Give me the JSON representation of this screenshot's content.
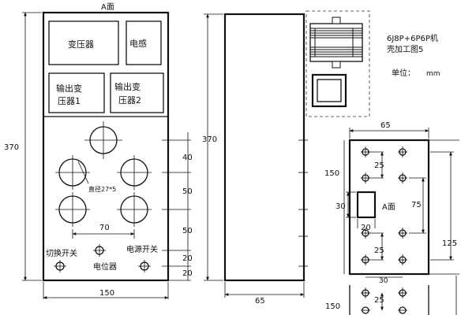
{
  "left_panel": {
    "face_label": "A面",
    "transformer": "变压器",
    "inductor": "电感",
    "output_transformer_1": "输出变压器1",
    "output_transformer_1_line1": "输出变",
    "output_transformer_1_line2": "压器1",
    "output_transformer_2": "输出变压器2",
    "output_transformer_2_line1": "输出变",
    "output_transformer_2_line2": "压器2",
    "diameter_note": "直径27*5",
    "switch_label": "切换开关",
    "power_switch_label": "电源开关",
    "potentiometer_label": "电位器",
    "dim_height": "370",
    "dim_width": "150",
    "dim_hole_spacing": "70",
    "dim_right": [
      "40",
      "50",
      "50",
      "20",
      "20"
    ]
  },
  "middle_panel": {
    "dim_height": "370",
    "dim_width": "65"
  },
  "title_block": {
    "line1": "6J8P+6P6P机",
    "line2": "壳加工图5",
    "unit_label": "单位：",
    "unit_value": "mm"
  },
  "right_panel": {
    "dim_width": "65",
    "face_label": "A面",
    "dim_25_top": "25",
    "dim_150": "150",
    "dim_30": "30",
    "dim_75": "75",
    "dim_20": "20",
    "dim_125": "125",
    "dim_25_bottom": "25",
    "dim_30_bottom": "30",
    "dim_150_bottom": "150",
    "dim_25_lower": "25"
  }
}
